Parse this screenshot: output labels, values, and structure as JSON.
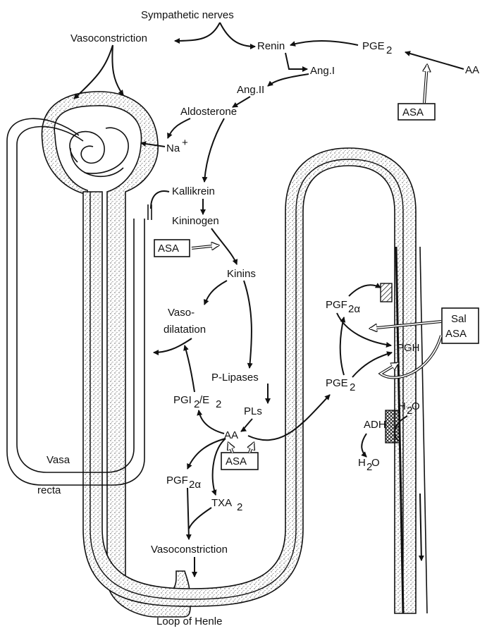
{
  "labels": {
    "sympathetic_nerves": "Sympathetic nerves",
    "vasoconstriction_top": "Vasoconstriction",
    "renin": "Renin",
    "pge2_top": "PGE",
    "pge2_top_sub": "2",
    "aa_top": "AA",
    "ang1": "Ang.I",
    "ang2": "Ang.II",
    "aldosterone": "Aldosterone",
    "na": "Na",
    "na_sup": "+",
    "asa_top": "ASA",
    "kallikrein": "Kallikrein",
    "kininogen": "Kininogen",
    "asa_mid": "ASA",
    "kinins": "Kinins",
    "vaso": "Vaso-",
    "dilatation": "dilatation",
    "p_lipases": "P-Lipases",
    "pgi2_e2_a": "PGI",
    "pgi2_e2_sub": "2",
    "pgi2_e2_b": "/E",
    "pgi2_e2_sub2": "2",
    "pls": "PLs",
    "aa_mid": "AA",
    "asa_low": "ASA",
    "pgf2a": "PGF",
    "pgf2a_sub": "2α",
    "txa2": "TXA",
    "txa2_sub": "2",
    "vasoconstriction_bottom": "Vasoconstriction",
    "loop_of_henle": "Loop of Henle",
    "vasa": "Vasa",
    "recta": "recta",
    "pgf2a_right": "PGF",
    "pgf2a_right_sub": "2α",
    "sal": "Sal",
    "asa_right": "ASA",
    "pgh": "PGH",
    "pge2_right": "PGE",
    "pge2_right_sub": "2",
    "h2o_right_a": "H",
    "h2o_right_sub": "2",
    "h2o_right_b": "O",
    "adh": "ADH",
    "h2o_bottom_a": "H",
    "h2o_bottom_sub": "2",
    "h2o_bottom_b": "O"
  }
}
